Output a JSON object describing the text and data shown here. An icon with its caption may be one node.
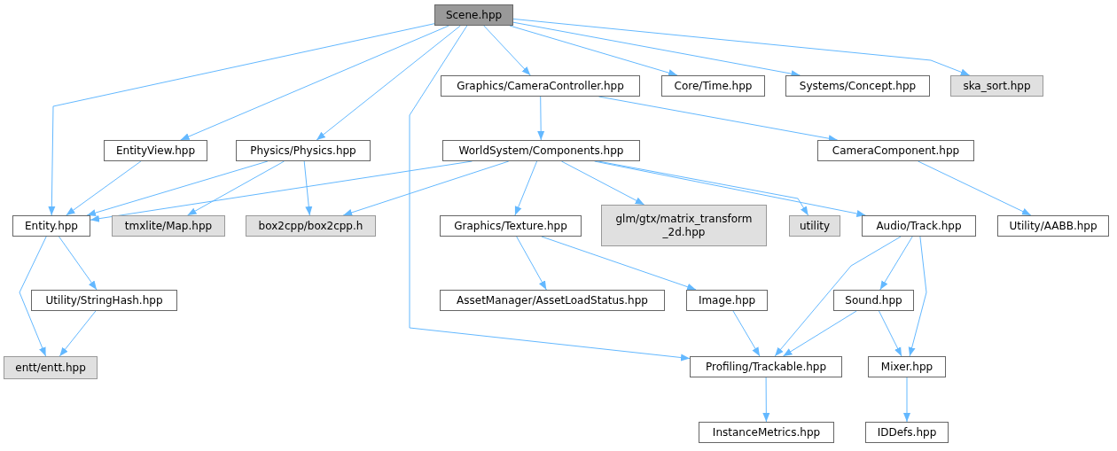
{
  "diagram": {
    "nodes": [
      {
        "text": [
          "Scene.hpp"
        ]
      },
      {
        "text": [
          "Graphics/CameraController.hpp"
        ]
      },
      {
        "text": [
          "Core/Time.hpp"
        ]
      },
      {
        "text": [
          "Systems/Concept.hpp"
        ]
      },
      {
        "text": [
          "ska_sort.hpp"
        ]
      },
      {
        "text": [
          "EntityView.hpp"
        ]
      },
      {
        "text": [
          "Physics/Physics.hpp"
        ]
      },
      {
        "text": [
          "WorldSystem/Components.hpp"
        ]
      },
      {
        "text": [
          "CameraComponent.hpp"
        ]
      },
      {
        "text": [
          "Entity.hpp"
        ]
      },
      {
        "text": [
          "tmxlite/Map.hpp"
        ]
      },
      {
        "text": [
          "box2cpp/box2cpp.h"
        ]
      },
      {
        "text": [
          "Graphics/Texture.hpp"
        ]
      },
      {
        "text": [
          "glm/gtx/matrix_transform _2d.hpp"
        ]
      },
      {
        "text": [
          "utility"
        ]
      },
      {
        "text": [
          "Audio/Track.hpp"
        ]
      },
      {
        "text": [
          "Utility/AABB.hpp"
        ]
      },
      {
        "text": [
          "Utility/StringHash.hpp"
        ]
      },
      {
        "text": [
          "AssetManager/AssetLoadStatus.hpp"
        ]
      },
      {
        "text": [
          "Image.hpp"
        ]
      },
      {
        "text": [
          "Sound.hpp"
        ]
      },
      {
        "text": [
          "entt/entt.hpp"
        ]
      },
      {
        "text": [
          "Profiling/Trackable.hpp"
        ]
      },
      {
        "text": [
          "Mixer.hpp"
        ]
      },
      {
        "text": [
          "InstanceMetrics.hpp"
        ]
      },
      {
        "text": [
          "IDDefs.hpp"
        ]
      }
    ],
    "edges": [
      {
        "from": 0,
        "to": 9,
        "arrow": "to"
      },
      {
        "from": 0,
        "to": 5,
        "arrow": "to"
      },
      {
        "from": 0,
        "to": 6,
        "arrow": "to"
      },
      {
        "from": 0,
        "to": 22,
        "arrow": "to"
      },
      {
        "from": 0,
        "to": 1,
        "arrow": "to"
      },
      {
        "from": 0,
        "to": 2,
        "arrow": "to"
      },
      {
        "from": 0,
        "to": 3,
        "arrow": "to"
      },
      {
        "from": 0,
        "to": 4,
        "arrow": "to"
      },
      {
        "from": 1,
        "to": 7,
        "arrow": "to"
      },
      {
        "from": 1,
        "to": 8,
        "arrow": "to"
      },
      {
        "from": 5,
        "to": 9,
        "arrow": "to"
      },
      {
        "from": 6,
        "to": 9,
        "arrow": "to"
      },
      {
        "from": 6,
        "to": 10,
        "arrow": "to"
      },
      {
        "from": 6,
        "to": 11,
        "arrow": "to"
      },
      {
        "from": 7,
        "to": 9,
        "arrow": "to"
      },
      {
        "from": 7,
        "to": 11,
        "arrow": "to"
      },
      {
        "from": 7,
        "to": 12,
        "arrow": "to"
      },
      {
        "from": 7,
        "to": 13,
        "arrow": "to"
      },
      {
        "from": 7,
        "to": 14,
        "arrow": "to"
      },
      {
        "from": 7,
        "to": 15,
        "arrow": "to"
      },
      {
        "from": 8,
        "to": 16,
        "arrow": "to"
      },
      {
        "from": 9,
        "to": 21,
        "arrow": "to"
      },
      {
        "from": 9,
        "to": 17,
        "arrow": "to"
      },
      {
        "from": 17,
        "to": 21,
        "arrow": "to"
      },
      {
        "from": 12,
        "to": 18,
        "arrow": "to"
      },
      {
        "from": 12,
        "to": 19,
        "arrow": "to"
      },
      {
        "from": 19,
        "to": 22,
        "arrow": "to"
      },
      {
        "from": 15,
        "to": 22,
        "arrow": "to"
      },
      {
        "from": 15,
        "to": 20,
        "arrow": "to"
      },
      {
        "from": 15,
        "to": 23,
        "arrow": "to"
      },
      {
        "from": 20,
        "to": 22,
        "arrow": "to"
      },
      {
        "from": 20,
        "to": 23,
        "arrow": "to"
      },
      {
        "from": 22,
        "to": 24,
        "arrow": "to"
      },
      {
        "from": 23,
        "to": 25,
        "arrow": "to"
      }
    ]
  }
}
